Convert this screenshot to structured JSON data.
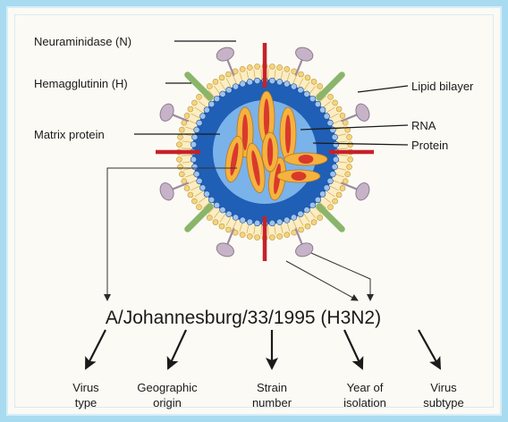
{
  "labels": {
    "neuraminidase": "Neuraminidase (N)",
    "hemagglutinin": "Hemagglutinin (H)",
    "matrix_protein": "Matrix protein",
    "lipid_bilayer": "Lipid bilayer",
    "rna": "RNA",
    "protein": "Protein"
  },
  "strain_name": "A/Johannesburg/33/1995 (H3N2)",
  "components": [
    {
      "line1": "Virus",
      "line2": "type"
    },
    {
      "line1": "Geographic",
      "line2": "origin"
    },
    {
      "line1": "Strain",
      "line2": "number"
    },
    {
      "line1": "Year of",
      "line2": "isolation"
    },
    {
      "line1": "Virus",
      "line2": "subtype"
    }
  ],
  "colors": {
    "frame": "#a9dbf0",
    "envelope_blue": "#1f5fb5",
    "inner_blue": "#7ab2ea",
    "lipid": "#f3d483",
    "rna_segment": "#f4b23f",
    "rna_core": "#d9392c",
    "hemagglutinin": "#8ab56a",
    "neuraminidase": "#c7b3c7",
    "red_spike": "#c6212b"
  }
}
